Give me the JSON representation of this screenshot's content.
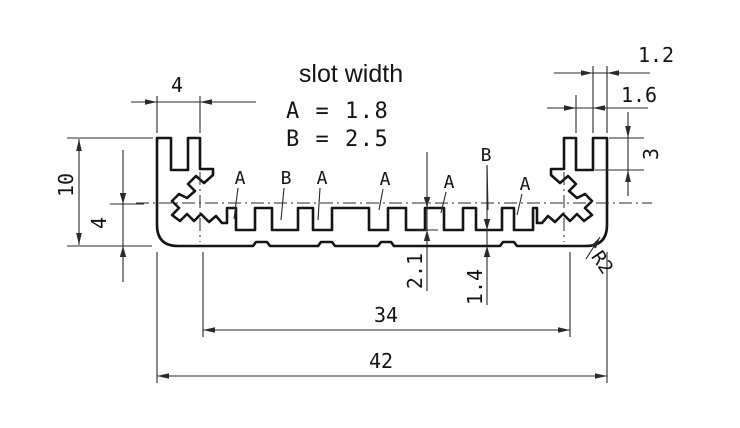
{
  "drawing": {
    "note": {
      "title": "slot width",
      "line_a": "A = 1.8",
      "line_b": "B = 2.5"
    },
    "dimensions": {
      "top_slot_feature_width": "4",
      "wall_lip_width": "1.2",
      "top_slot_width": "1.6",
      "top_slot_depth": "3",
      "profile_height": "10",
      "base_height": "4",
      "slot_depth": "2.1",
      "base_under_slot": "1.4",
      "inner_span": "34",
      "overall_width": "42",
      "corner_radius": "R2"
    },
    "slot_labels": [
      "A",
      "B",
      "A",
      "A",
      "A",
      "B",
      "A"
    ],
    "colors": {
      "line": "#141414",
      "background": "#ffffff"
    }
  }
}
